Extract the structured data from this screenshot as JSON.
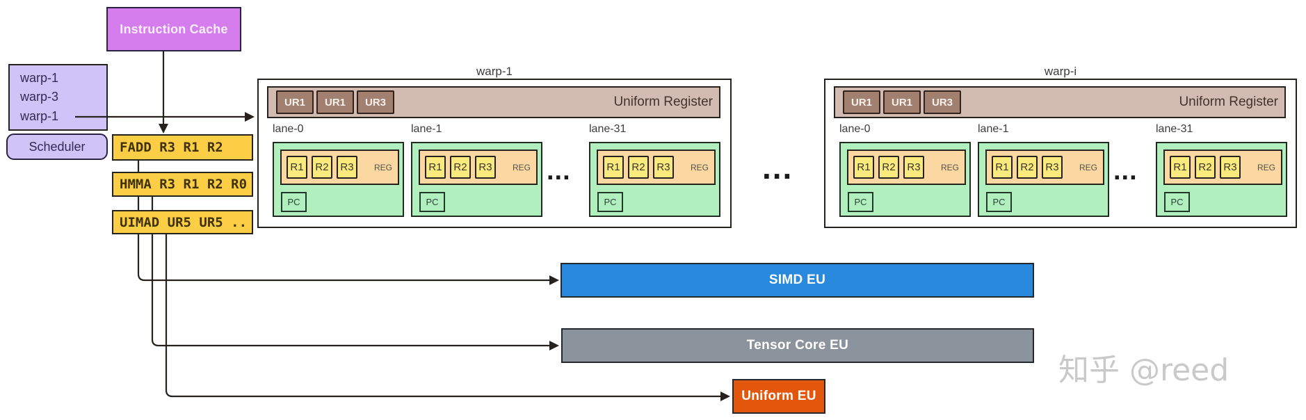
{
  "instruction_cache_label": "Instruction Cache",
  "scheduler_label": "Scheduler",
  "warp_queue": [
    "warp-1",
    "warp-3",
    "warp-1"
  ],
  "instructions": [
    "FADD R3 R1 R2",
    "HMMA R3 R1 R2 R0",
    "UIMAD UR5 UR5 .."
  ],
  "warps": [
    {
      "label": "warp-1",
      "uniform_register": {
        "label": "Uniform Register",
        "entries": [
          "UR1",
          "UR1",
          "UR3"
        ]
      },
      "lanes": [
        "lane-0",
        "lane-1",
        "lane-31"
      ],
      "lane_ellipsis": "..."
    },
    {
      "label": "warp-i",
      "uniform_register": {
        "label": "Uniform Register",
        "entries": [
          "UR1",
          "UR1",
          "UR3"
        ]
      },
      "lanes": [
        "lane-0",
        "lane-1",
        "lane-31"
      ],
      "lane_ellipsis": "..."
    }
  ],
  "lane_contents": {
    "registers": [
      "R1",
      "R2",
      "R3"
    ],
    "reg_label": "REG",
    "pc_label": "PC"
  },
  "warp_ellipsis": "...",
  "execution_units": [
    {
      "label": "SIMD EU"
    },
    {
      "label": "Tensor Core EU"
    },
    {
      "label": "Uniform EU"
    }
  ],
  "watermark": "知乎 @reed",
  "colors": {
    "instruction_cache_fill": "#d57ded",
    "scheduler_fill": "#cfc3f8",
    "instruction_fill": "#fcce45",
    "uniform_register_bar_fill": "#d2bcb2",
    "uniform_register_chip_fill": "#a1806f",
    "lane_fill": "#b2efbf",
    "reg_bar_fill": "#fbd7a1",
    "reg_chip_fill": "#fae97d",
    "simd_eu_fill": "#2889dd",
    "tensor_eu_fill": "#8b939c",
    "uniform_eu_fill": "#e2570b",
    "line_color": "#26211c"
  }
}
